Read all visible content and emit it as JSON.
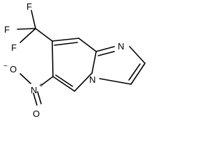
{
  "molecule": {
    "atoms": {
      "f_top": "F",
      "f_left": "F",
      "f_bottom": "F",
      "n_imidazole": "N",
      "n_bridge": "N",
      "n_nitro": "N",
      "o_top": "O",
      "o_bottom": "O"
    },
    "charges": {
      "n_nitro": "+",
      "o_top": "−"
    }
  }
}
